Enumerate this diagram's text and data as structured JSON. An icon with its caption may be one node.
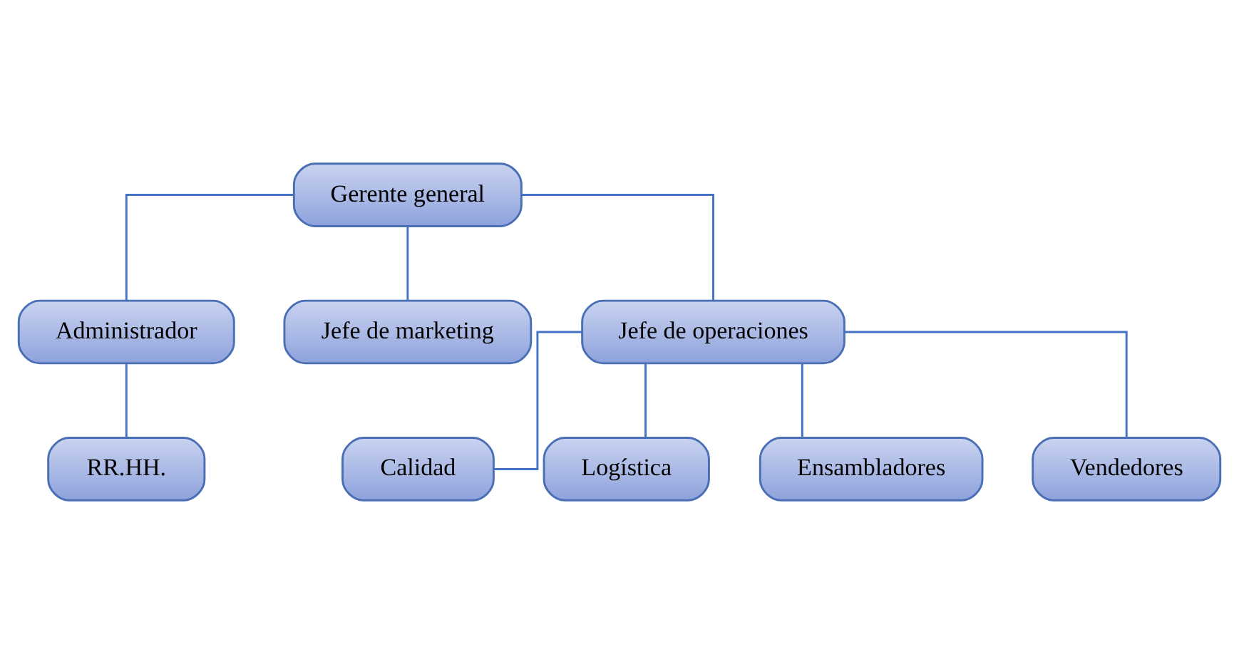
{
  "diagram": {
    "nodes": [
      {
        "text": [
          "Gerente general"
        ]
      },
      {
        "text": [
          "Administrador"
        ]
      },
      {
        "text": [
          "Jefe de marketing"
        ]
      },
      {
        "text": [
          "Jefe de operaciones"
        ]
      },
      {
        "text": [
          "RR.HH."
        ]
      },
      {
        "text": [
          "Calidad"
        ]
      },
      {
        "text": [
          "Logística"
        ]
      },
      {
        "text": [
          "Ensambladores"
        ]
      },
      {
        "text": [
          "Vendedores"
        ]
      }
    ],
    "edges": [
      {
        "from": 0,
        "to": 1,
        "arrow": "none"
      },
      {
        "from": 0,
        "to": 2,
        "arrow": "none"
      },
      {
        "from": 0,
        "to": 3,
        "arrow": "none"
      },
      {
        "from": 1,
        "to": 4,
        "arrow": "none"
      },
      {
        "from": 3,
        "to": 5,
        "arrow": "none"
      },
      {
        "from": 3,
        "to": 6,
        "arrow": "none"
      },
      {
        "from": 3,
        "to": 7,
        "arrow": "none"
      },
      {
        "from": 3,
        "to": 8,
        "arrow": "none"
      }
    ]
  }
}
